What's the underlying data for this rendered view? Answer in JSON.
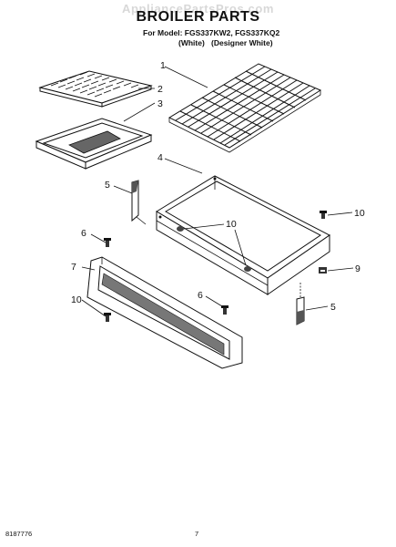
{
  "watermark": "AppliancePartsPros.com",
  "header": {
    "title": "BROILER PARTS",
    "model_line": "For Model: FGS337KW2, FGS337KQ2",
    "variant_white": "(White)",
    "variant_designer": "(Designer White)"
  },
  "callouts": [
    {
      "id": "c1",
      "label": "1"
    },
    {
      "id": "c2",
      "label": "2"
    },
    {
      "id": "c3",
      "label": "3"
    },
    {
      "id": "c4",
      "label": "4"
    },
    {
      "id": "c5a",
      "label": "5"
    },
    {
      "id": "c5b",
      "label": "5"
    },
    {
      "id": "c6a",
      "label": "6"
    },
    {
      "id": "c6b",
      "label": "6"
    },
    {
      "id": "c7",
      "label": "7"
    },
    {
      "id": "c9",
      "label": "9"
    },
    {
      "id": "c10a",
      "label": "10"
    },
    {
      "id": "c10b",
      "label": "10"
    },
    {
      "id": "c10c",
      "label": "10"
    },
    {
      "id": "c10d",
      "label": "10"
    }
  ],
  "footer": {
    "doc_number": "8187776",
    "page_number": "7"
  }
}
